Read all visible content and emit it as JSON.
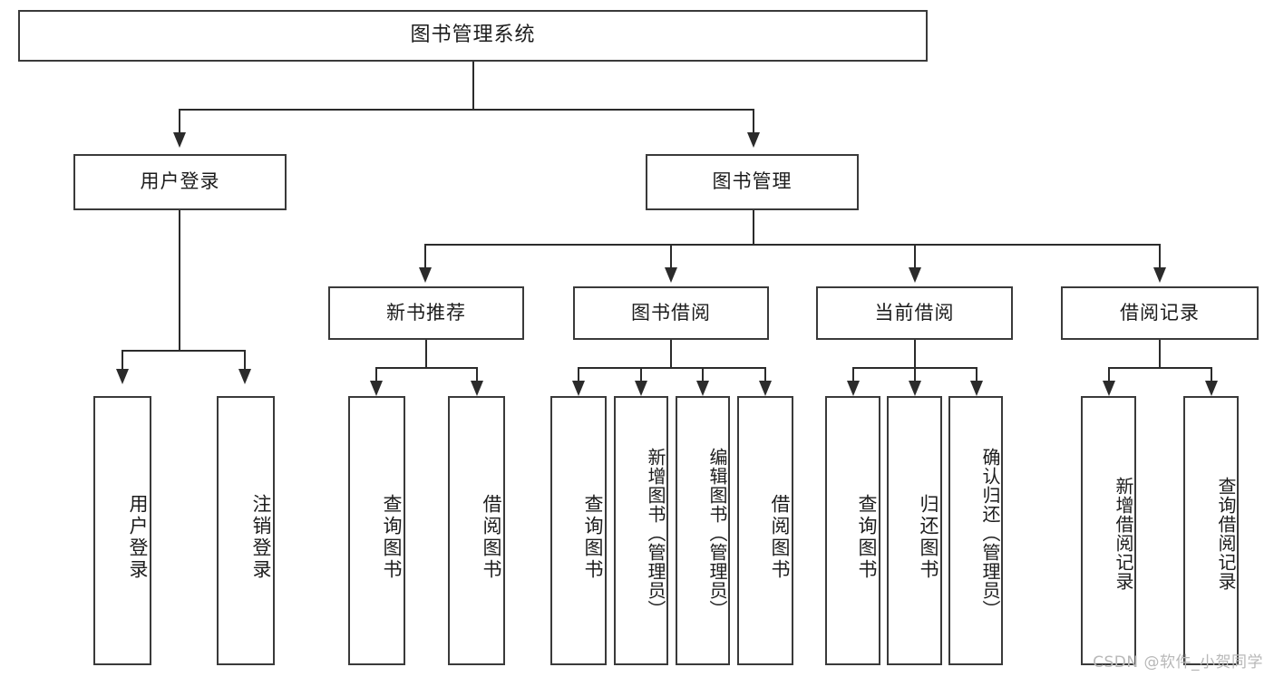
{
  "diagram": {
    "title": "图书管理系统",
    "type": "功能结构图",
    "root": {
      "id": "root",
      "label": "图书管理系统"
    },
    "level2": [
      {
        "id": "user-login",
        "label": "用户登录"
      },
      {
        "id": "book-management",
        "label": "图书管理"
      }
    ],
    "level3": [
      {
        "id": "new-book-recommend",
        "label": "新书推荐",
        "parent": "book-management"
      },
      {
        "id": "book-borrow",
        "label": "图书借阅",
        "parent": "book-management"
      },
      {
        "id": "current-borrow",
        "label": "当前借阅",
        "parent": "book-management"
      },
      {
        "id": "borrow-record",
        "label": "借阅记录",
        "parent": "book-management"
      }
    ],
    "leaves": {
      "user-login": [
        {
          "id": "leaf-user-login",
          "label": "用户登录"
        },
        {
          "id": "leaf-user-logout",
          "label": "注销登录"
        }
      ],
      "new-book-recommend": [
        {
          "id": "leaf-query-book-1",
          "label": "查询图书"
        },
        {
          "id": "leaf-borrow-book-1",
          "label": "借阅图书"
        }
      ],
      "book-borrow": [
        {
          "id": "leaf-query-book-2",
          "label": "查询图书"
        },
        {
          "id": "leaf-add-book",
          "label": "新增图书（管理员）"
        },
        {
          "id": "leaf-edit-book",
          "label": "编辑图书（管理员）"
        },
        {
          "id": "leaf-borrow-book-2",
          "label": "借阅图书"
        }
      ],
      "current-borrow": [
        {
          "id": "leaf-query-book-3",
          "label": "查询图书"
        },
        {
          "id": "leaf-return-book",
          "label": "归还图书"
        },
        {
          "id": "leaf-confirm-return",
          "label": "确认归还（管理员）"
        }
      ],
      "borrow-record": [
        {
          "id": "leaf-add-record",
          "label": "新增借阅记录"
        },
        {
          "id": "leaf-query-record",
          "label": "查询借阅记录"
        }
      ]
    }
  },
  "watermark": {
    "text": "CSDN @软件_小贺同学"
  },
  "colors": {
    "box_border": "#3a3a3a",
    "connector": "#2b2b2b",
    "text": "#1c1c1c",
    "background": "#ffffff",
    "watermark": "#b8b8b8"
  }
}
